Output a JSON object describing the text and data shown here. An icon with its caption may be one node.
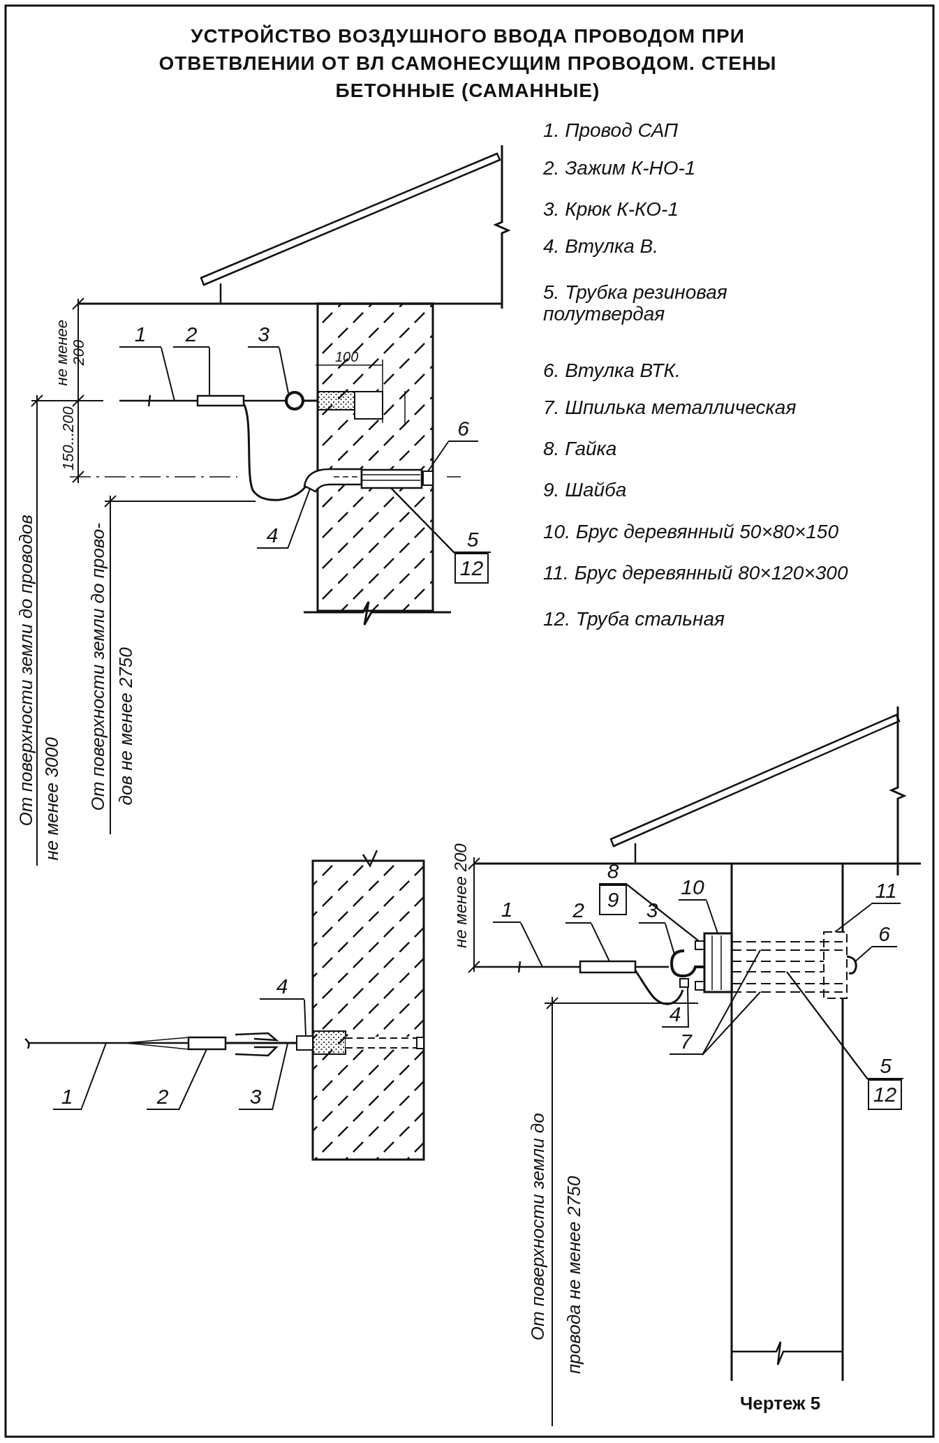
{
  "diagram": {
    "title": "УСТРОЙСТВО ВОЗДУШНОГО ВВОДА ПРОВОДОМ ПРИ ОТВЕТВЛЕНИИ ОТ ВЛ САМОНЕСУЩИМ ПРОВОДОМ. СТЕНЫ БЕТОННЫЕ (САМАННЫЕ)",
    "nodes": [
      {
        "text": [
          "1"
        ]
      },
      {
        "text": [
          "2"
        ]
      },
      {
        "text": [
          "3"
        ]
      },
      {
        "text": [
          "4"
        ]
      },
      {
        "text": [
          "5"
        ]
      },
      {
        "text": [
          "12"
        ]
      },
      {
        "text": [
          "6"
        ]
      },
      {
        "text": [
          "4"
        ]
      },
      {
        "text": [
          "1"
        ]
      },
      {
        "text": [
          "2"
        ]
      },
      {
        "text": [
          "3"
        ]
      },
      {
        "text": [
          "8"
        ]
      },
      {
        "text": [
          "9"
        ]
      },
      {
        "text": [
          "10"
        ]
      },
      {
        "text": [
          "11"
        ]
      },
      {
        "text": [
          "1"
        ]
      },
      {
        "text": [
          "2"
        ]
      },
      {
        "text": [
          "3"
        ]
      },
      {
        "text": [
          "6"
        ]
      },
      {
        "text": [
          "4"
        ]
      },
      {
        "text": [
          "7"
        ]
      },
      {
        "text": [
          "5"
        ]
      },
      {
        "text": [
          "12"
        ]
      },
      {
        "text": [],
        "shape": "picture"
      },
      {
        "text": [],
        "shape": "picture"
      },
      {
        "text": [],
        "shape": "picture"
      },
      {
        "text": [],
        "shape": "picture"
      },
      {
        "text": [],
        "shape": "picture"
      },
      {
        "text": [],
        "shape": "box"
      },
      {
        "text": [],
        "shape": "box"
      },
      {
        "text": [],
        "shape": "picture"
      },
      {
        "text": [],
        "shape": "picture"
      },
      {
        "text": [],
        "shape": "picture"
      },
      {
        "text": [],
        "shape": "picture"
      },
      {
        "text": [],
        "shape": "picture"
      },
      {
        "text": [],
        "shape": "box"
      },
      {
        "text": [],
        "shape": "picture"
      },
      {
        "text": [],
        "shape": "picture"
      },
      {
        "text": [],
        "shape": "picture"
      },
      {
        "text": [],
        "shape": "picture"
      },
      {
        "text": [],
        "shape": "box"
      },
      {
        "text": [],
        "shape": "picture"
      },
      {
        "text": [],
        "shape": "picture"
      },
      {
        "text": [],
        "shape": "picture"
      }
    ],
    "edges": [
      {
        "from": 0,
        "to": 23,
        "arrow": "none"
      },
      {
        "from": 1,
        "to": 24,
        "arrow": "none"
      },
      {
        "from": 2,
        "to": 25,
        "arrow": "none"
      },
      {
        "from": 3,
        "to": 26,
        "arrow": "none"
      },
      {
        "from": 4,
        "to": 27,
        "arrow": "none"
      },
      {
        "from": 5,
        "to": 27,
        "arrow": "none"
      },
      {
        "from": 6,
        "to": 28,
        "arrow": "none"
      },
      {
        "from": 7,
        "to": 29,
        "arrow": "none"
      },
      {
        "from": 8,
        "to": 30,
        "arrow": "none"
      },
      {
        "from": 9,
        "to": 31,
        "arrow": "none"
      },
      {
        "from": 10,
        "to": 32,
        "arrow": "none"
      },
      {
        "from": 11,
        "to": 33,
        "arrow": "none"
      },
      {
        "from": 12,
        "to": 33,
        "arrow": "none"
      },
      {
        "from": 13,
        "to": 34,
        "arrow": "none"
      },
      {
        "from": 14,
        "to": 35,
        "arrow": "none"
      },
      {
        "from": 15,
        "to": 36,
        "arrow": "none"
      },
      {
        "from": 16,
        "to": 37,
        "arrow": "none"
      },
      {
        "from": 17,
        "to": 38,
        "arrow": "none"
      },
      {
        "from": 18,
        "to": 39,
        "arrow": "none"
      },
      {
        "from": 19,
        "to": 40,
        "arrow": "none"
      },
      {
        "from": 20,
        "to": 41,
        "arrow": "none"
      },
      {
        "from": 20,
        "to": 42,
        "arrow": "none"
      },
      {
        "from": 21,
        "to": 43,
        "arrow": "none"
      },
      {
        "from": 22,
        "to": 43,
        "arrow": "none"
      }
    ],
    "labels": [
      "1. Провод САП",
      "2. Зажим К-НО-1",
      "3. Крюк К-КО-1",
      "4. Втулка В.",
      "5. Трубка резиновая полутвердая",
      "6. Втулка ВТК.",
      "7. Шпилька металлическая",
      "8. Гайка",
      "9. Шайба",
      "10. Брус деревянный 50×80×150",
      "11. Брус деревянный 80×120×300",
      "12. Труба стальная",
      "не менее 200",
      "150...200",
      "100",
      "От поверхности земли до проводов",
      "не менее 3000",
      "От поверхности земли до прово-",
      "дов не менее 2750",
      "не менее 200",
      "От поверхности земли до",
      "провода не менее 2750",
      "Чертеж 5"
    ]
  }
}
